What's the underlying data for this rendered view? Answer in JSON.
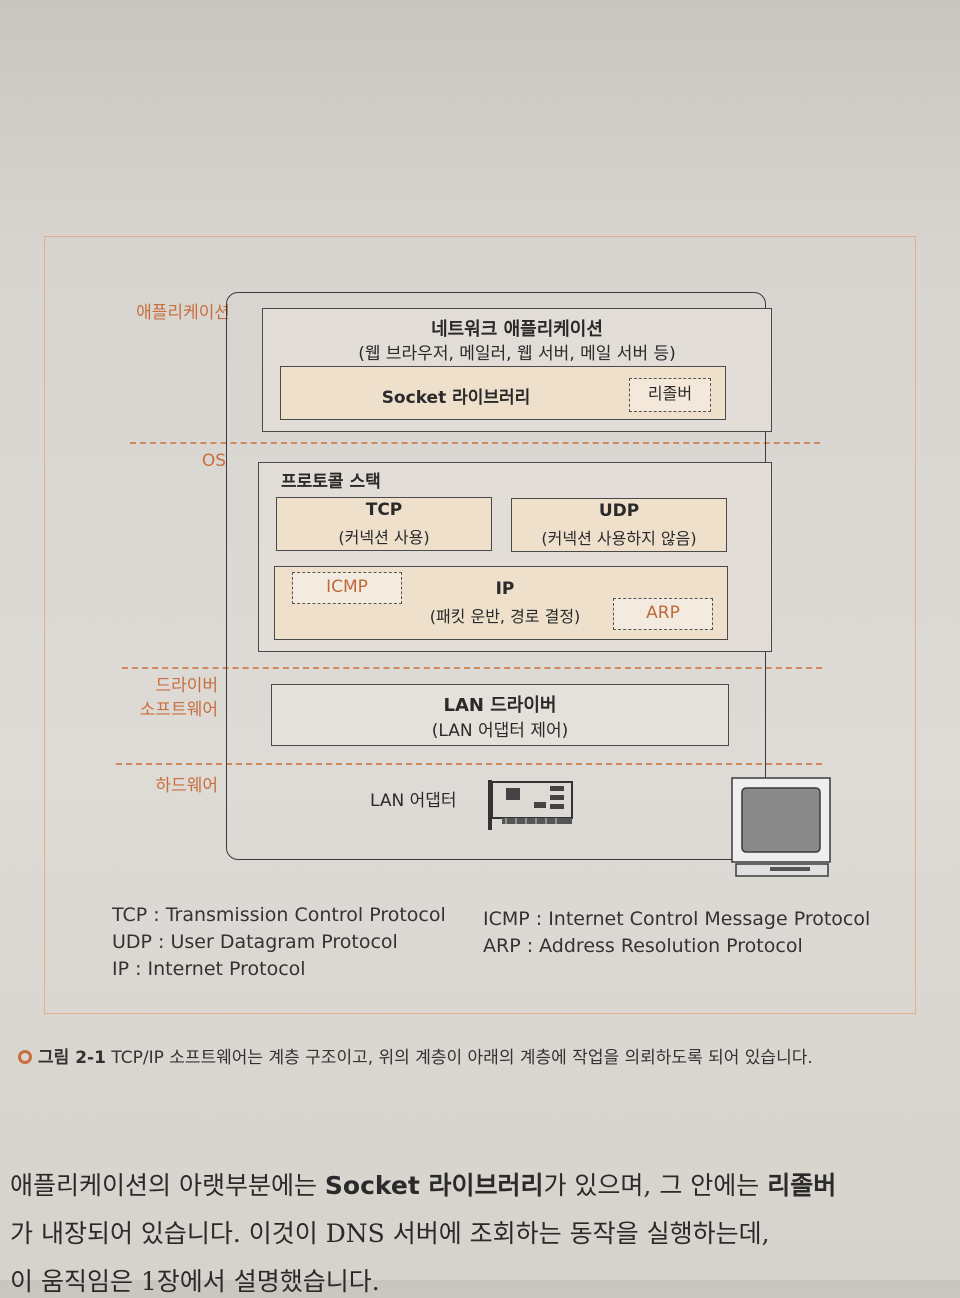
{
  "layers": {
    "application": "애플리케이션",
    "os": "OS",
    "driver_line1": "드라이버",
    "driver_line2": "소프트웨어",
    "hardware": "하드웨어"
  },
  "network_app": {
    "title": "네트워크 애플리케이션",
    "subtitle": "(웹 브라우저, 메일러, 웹 서버, 메일 서버 등)",
    "socket_label": "Socket 라이브러리",
    "resolver_label": "리졸버"
  },
  "protocol_stack": {
    "title": "프로토콜 스택",
    "tcp_title": "TCP",
    "tcp_sub": "(커넥션 사용)",
    "udp_title": "UDP",
    "udp_sub": "(커넥션 사용하지 않음)",
    "icmp": "ICMP",
    "ip_title": "IP",
    "ip_sub": "(패킷 운반, 경로 결정)",
    "arp": "ARP"
  },
  "driver": {
    "title": "LAN 드라이버",
    "subtitle": "(LAN 어댑터 제어)"
  },
  "hardware": {
    "adapter_label": "LAN 어댑터"
  },
  "legend": {
    "tcp": "TCP : Transmission Control Protocol",
    "udp": "UDP : User Datagram Protocol",
    "ip": "IP : Internet Protocol",
    "icmp": "ICMP : Internet Control Message Protocol",
    "arp": "ARP : Address Resolution Protocol"
  },
  "caption": {
    "label": "그림 2-1",
    "text": "TCP/IP 소프트웨어는 계층 구조이고, 위의 계층이 아래의 계층에 작업을 의뢰하도록 되어 있습니다."
  },
  "body": {
    "line1_a": "애플리케이션의 아랫부분에는 ",
    "line1_b": "Socket 라이브러리",
    "line1_c": "가 있으며, 그 안에는 ",
    "line1_d": "리졸버",
    "line2": "가 내장되어 있습니다. 이것이 DNS 서버에 조회하는 동작을 실행하는데,",
    "line3": "이 움직임은 1장에서 설명했습니다."
  },
  "colors": {
    "accent_orange": "#c86e3e",
    "box_fill": "#efe0cc"
  }
}
